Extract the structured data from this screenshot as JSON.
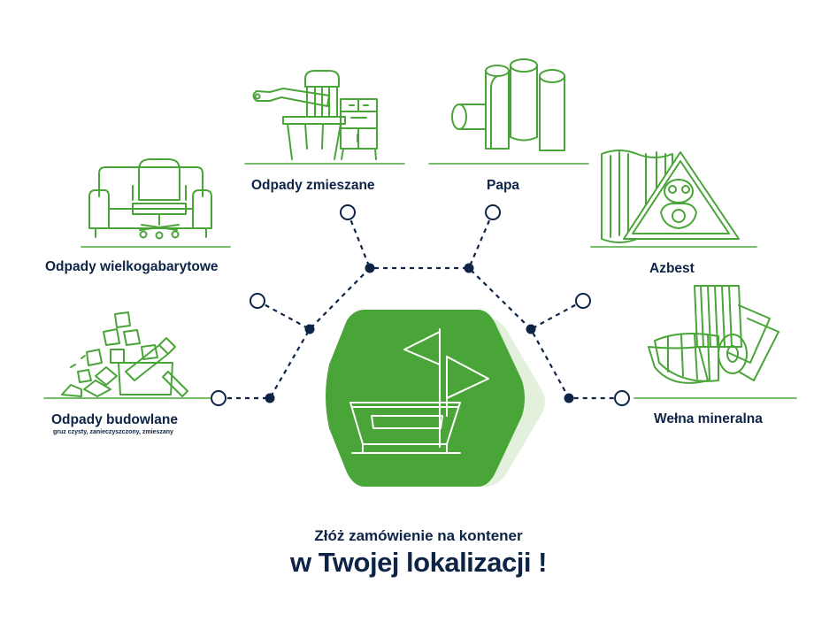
{
  "colors": {
    "green": "#4aa539",
    "green_light": "#e3f0dc",
    "navy": "#0d2446",
    "white": "#ffffff"
  },
  "categories": {
    "wielkogabarytowe": {
      "label": "Odpady wielkogabarytowe",
      "icon": "sofa-chair-icon"
    },
    "zmieszane": {
      "label": "Odpady zmieszane",
      "icon": "furniture-icon"
    },
    "papa": {
      "label": "Papa",
      "icon": "roofing-rolls-icon"
    },
    "azbest": {
      "label": "Azbest",
      "icon": "asbestos-warning-icon"
    },
    "budowlane": {
      "label": "Odpady budowlane",
      "sub": "gruz czysty, zanieczyszczony, zmieszany",
      "icon": "rubble-icon"
    },
    "welna": {
      "label": "Wełna mineralna",
      "icon": "mineral-wool-icon"
    }
  },
  "center": {
    "icon": "skip-container-icon"
  },
  "cta": {
    "line1": "Złóż zamówienie na kontener",
    "line2": "w Twojej lokalizacji !"
  }
}
